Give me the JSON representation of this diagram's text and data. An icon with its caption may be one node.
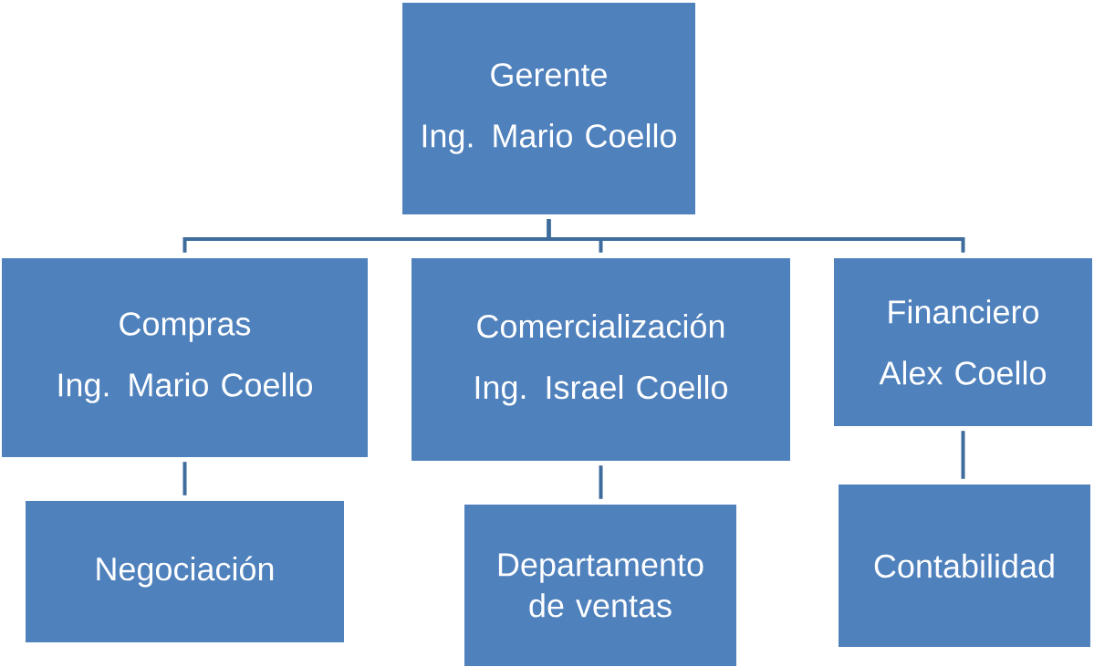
{
  "diagram": {
    "nodes": [
      {
        "text": [
          "Gerente",
          "Ing. Mario Coello"
        ]
      },
      {
        "text": [
          "Compras",
          "Ing. Mario Coello"
        ]
      },
      {
        "text": [
          "Comercialización",
          "Ing. Israel Coello"
        ]
      },
      {
        "text": [
          "Financiero",
          "Alex Coello"
        ]
      },
      {
        "text": [
          "Negociación"
        ]
      },
      {
        "text": [
          "Departamento de ventas"
        ]
      },
      {
        "text": [
          "Contabilidad"
        ]
      }
    ],
    "edges": [
      {
        "from": 0,
        "to": 1,
        "arrow": "none"
      },
      {
        "from": 0,
        "to": 2,
        "arrow": "none"
      },
      {
        "from": 0,
        "to": 3,
        "arrow": "none"
      },
      {
        "from": 1,
        "to": 4,
        "arrow": "none"
      },
      {
        "from": 2,
        "to": 5,
        "arrow": "none"
      },
      {
        "from": 3,
        "to": 6,
        "arrow": "none"
      }
    ]
  }
}
